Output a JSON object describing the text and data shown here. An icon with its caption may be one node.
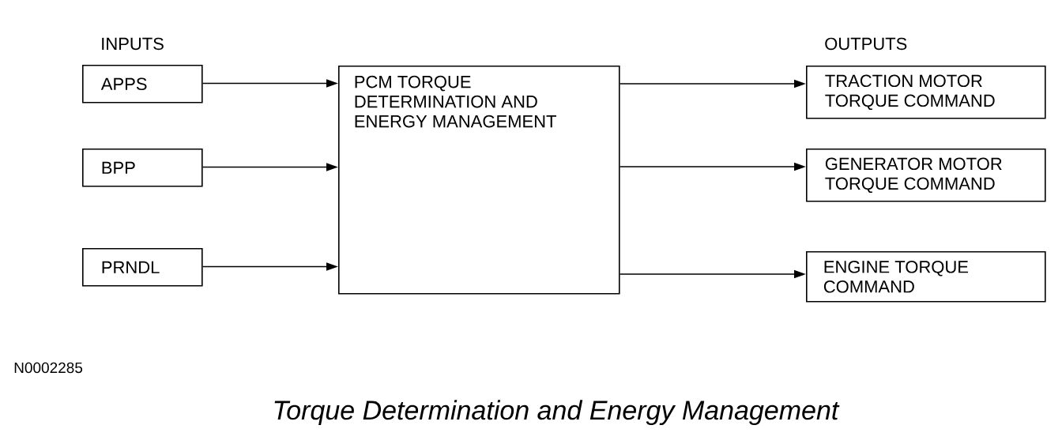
{
  "diagram": {
    "caption": "Torque Determination and Energy Management",
    "nodes": [
      {
        "text": [
          "APPS"
        ]
      },
      {
        "text": [
          "BPP"
        ]
      },
      {
        "text": [
          "PRNDL"
        ]
      },
      {
        "text": [
          "PCM TORQUE DETERMINATION AND ENERGY MANAGEMENT"
        ]
      },
      {
        "text": [
          "TRACTION MOTOR TORQUE COMMAND"
        ]
      },
      {
        "text": [
          "GENERATOR MOTOR TORQUE COMMAND"
        ]
      },
      {
        "text": [
          "ENGINE TORQUE COMMAND"
        ]
      }
    ],
    "edges": [
      {
        "from": 0,
        "to": 3,
        "arrow": "to"
      },
      {
        "from": 1,
        "to": 3,
        "arrow": "to"
      },
      {
        "from": 2,
        "to": 3,
        "arrow": "to"
      },
      {
        "from": 3,
        "to": 4,
        "arrow": "to"
      },
      {
        "from": 3,
        "to": 5,
        "arrow": "to"
      },
      {
        "from": 3,
        "to": 6,
        "arrow": "to"
      }
    ],
    "labels": [
      "INPUTS",
      "OUTPUTS",
      "N0002285"
    ]
  }
}
